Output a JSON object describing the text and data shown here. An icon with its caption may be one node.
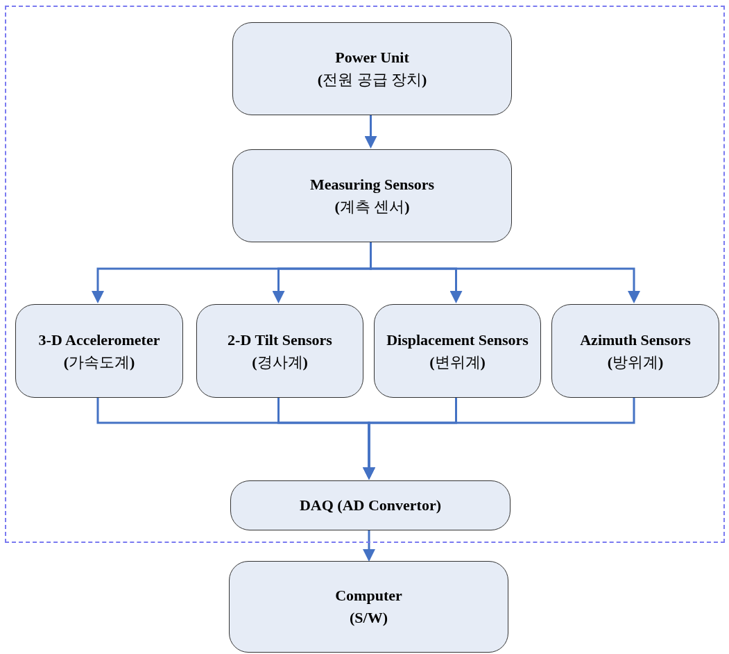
{
  "diagram": {
    "nodes": [
      {
        "text": [],
        "shape": "box"
      },
      {
        "text": [
          "Power Unit",
          "**(**전원 공급 장치**)**"
        ],
        "in": 0
      },
      {
        "text": [
          "Measuring Sensors",
          "**(**계측 센서**)**"
        ],
        "in": 0
      },
      {
        "text": [
          "3-D Accelerometer",
          "**(**가속도계**)**"
        ],
        "in": 0
      },
      {
        "text": [
          "2-D Tilt Sensors",
          "**(**경사계**)**"
        ],
        "in": 0
      },
      {
        "text": [
          "Displacement Sensors",
          "**(**변위계**)**"
        ],
        "in": 0
      },
      {
        "text": [
          "Azimuth Sensors",
          "**(**방위계**)**"
        ],
        "in": 0
      },
      {
        "text": [
          "DAQ (AD Convertor)"
        ],
        "in": 0
      },
      {
        "text": [
          "Computer",
          "(S/W)"
        ]
      }
    ],
    "edges": [
      {
        "from": 1,
        "to": 2,
        "arrow": "to"
      },
      {
        "from": 2,
        "to": 3,
        "arrow": "to"
      },
      {
        "from": 2,
        "to": 4,
        "arrow": "to"
      },
      {
        "from": 2,
        "to": 5,
        "arrow": "to"
      },
      {
        "from": 2,
        "to": 6,
        "arrow": "to"
      },
      {
        "from": 3,
        "to": 7,
        "arrow": "to"
      },
      {
        "from": 4,
        "to": 7,
        "arrow": "to"
      },
      {
        "from": 5,
        "to": 7,
        "arrow": "to"
      },
      {
        "from": 6,
        "to": 7,
        "arrow": "to"
      },
      {
        "from": 7,
        "to": 8,
        "arrow": "to"
      }
    ]
  }
}
